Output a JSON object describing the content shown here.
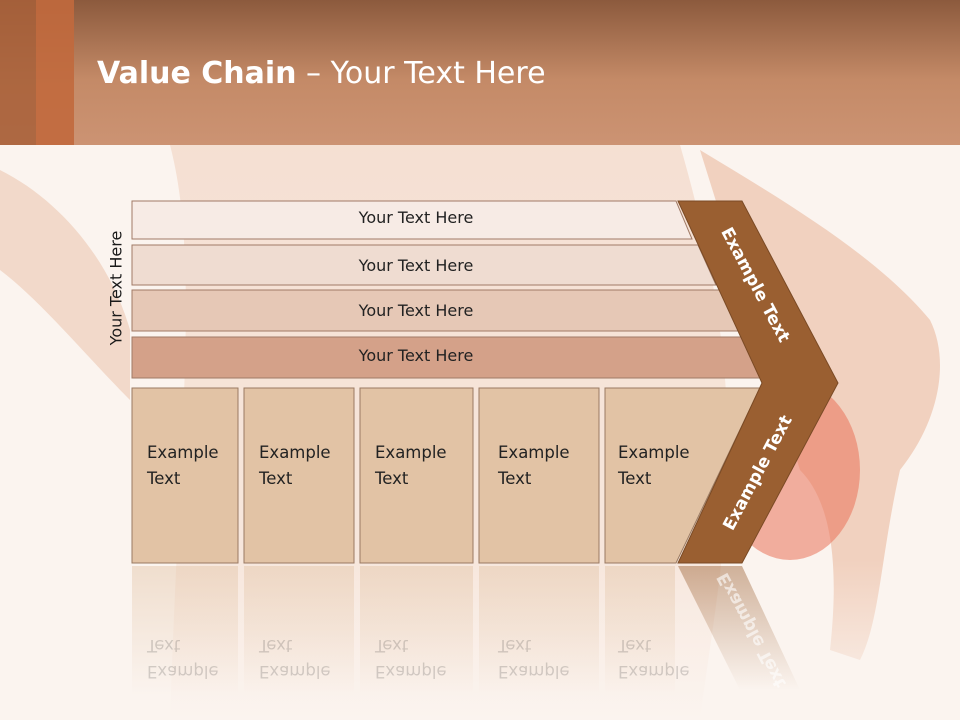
{
  "title": {
    "bold": "Value Chain",
    "rest": " – Your Text Here"
  },
  "side_label": "Your Text Here",
  "rows": [
    "Your Text Here",
    "Your Text Here",
    "Your Text Here",
    "Your Text Here"
  ],
  "boxes": [
    {
      "line1": "Example",
      "line2": "Text"
    },
    {
      "line1": "Example",
      "line2": "Text"
    },
    {
      "line1": "Example",
      "line2": "Text"
    },
    {
      "line1": "Example",
      "line2": "Text"
    },
    {
      "line1": "Example",
      "line2": "Text"
    }
  ],
  "chevron_upper": "Example Text",
  "chevron_lower": "Example Text",
  "colors": {
    "header": "#c48a67",
    "row1": "#f7ebe5",
    "row2": "#efdcd1",
    "row3": "#e6c8b6",
    "row4": "#d4a189",
    "box": "#e2c3a5",
    "chevron": "#9a5f31"
  }
}
